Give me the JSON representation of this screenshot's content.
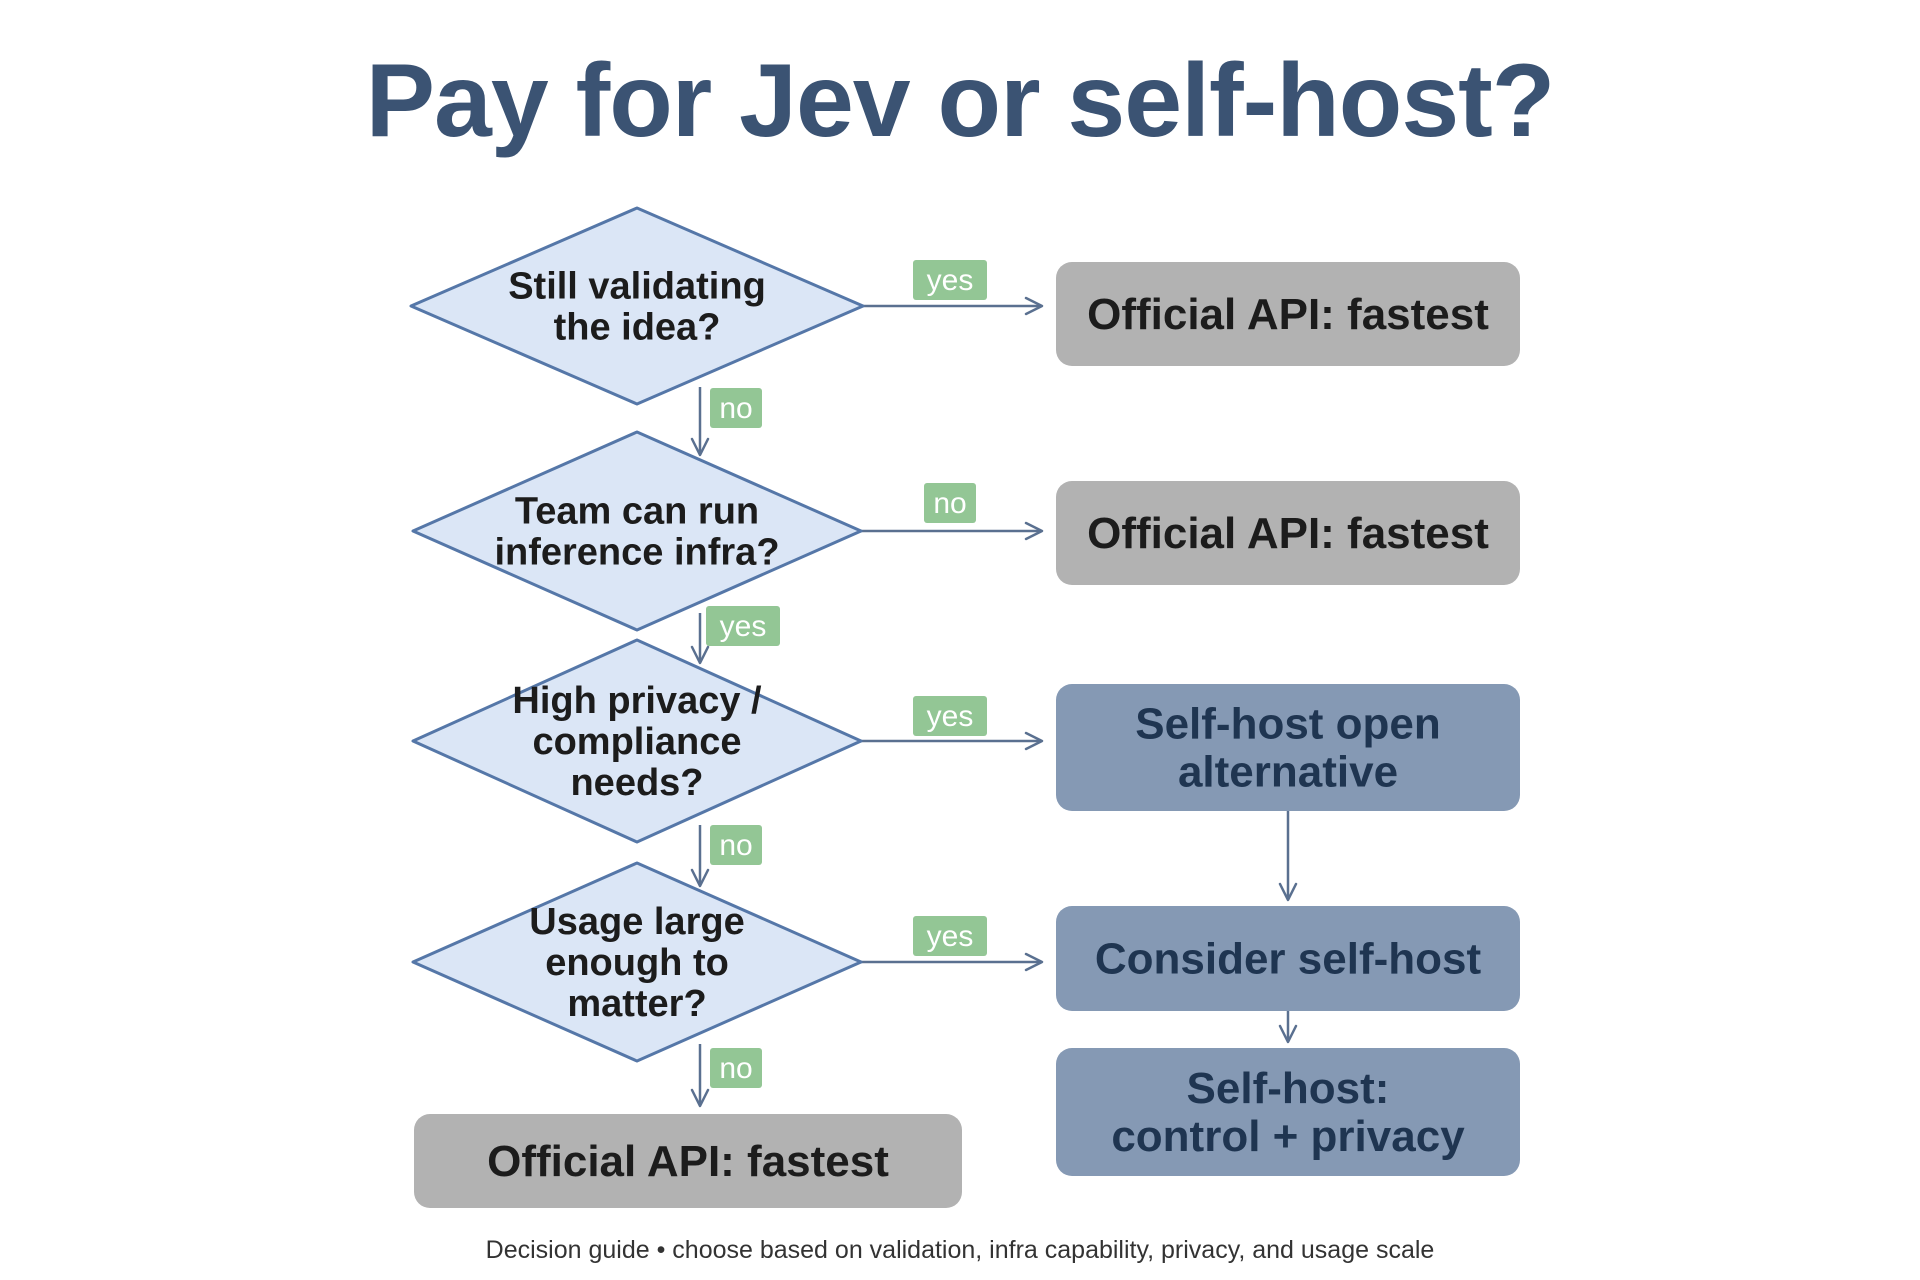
{
  "title": "Pay for Jev or self-host?",
  "caption": "Decision guide • choose based on validation, infra capability, privacy, and usage scale",
  "colors": {
    "title": "#3b5373",
    "diamond_fill": "#dbe6f6",
    "diamond_stroke": "#5577a8",
    "official_box": "#b2b2b2",
    "selfhost_box": "#8599b4",
    "selfhost_text": "#1f3551",
    "tag": "#93c695",
    "connector": "#5a7090"
  },
  "questions": [
    {
      "id": "q1",
      "lines": [
        "Still validating",
        "the idea?"
      ]
    },
    {
      "id": "q2",
      "lines": [
        "Team can run",
        "inference infra?"
      ]
    },
    {
      "id": "q3",
      "lines": [
        "High privacy /",
        "compliance",
        "needs?"
      ]
    },
    {
      "id": "q4",
      "lines": [
        "Usage large",
        "enough to",
        "matter?"
      ]
    }
  ],
  "outcomes": [
    {
      "id": "o1",
      "lines": [
        "Official API: fastest"
      ],
      "style": "official"
    },
    {
      "id": "o2",
      "lines": [
        "Official API: fastest"
      ],
      "style": "official"
    },
    {
      "id": "o3",
      "lines": [
        "Self-host open",
        "alternative"
      ],
      "style": "selfhost"
    },
    {
      "id": "o4",
      "lines": [
        "Consider self-host"
      ],
      "style": "selfhost"
    },
    {
      "id": "o5",
      "lines": [
        "Self-host:",
        "control + privacy"
      ],
      "style": "selfhost"
    },
    {
      "id": "o6",
      "lines": [
        "Official API: fastest"
      ],
      "style": "official"
    }
  ],
  "edges": [
    {
      "from": "q1",
      "to": "o1",
      "label": "yes"
    },
    {
      "from": "q1",
      "to": "q2",
      "label": "no"
    },
    {
      "from": "q2",
      "to": "o2",
      "label": "no"
    },
    {
      "from": "q2",
      "to": "q3",
      "label": "yes"
    },
    {
      "from": "q3",
      "to": "o3",
      "label": "yes"
    },
    {
      "from": "q3",
      "to": "q4",
      "label": "no"
    },
    {
      "from": "q4",
      "to": "o4",
      "label": "yes"
    },
    {
      "from": "q4",
      "to": "o6",
      "label": "no"
    },
    {
      "from": "o3",
      "to": "o4",
      "label": ""
    },
    {
      "from": "o4",
      "to": "o5",
      "label": ""
    }
  ]
}
